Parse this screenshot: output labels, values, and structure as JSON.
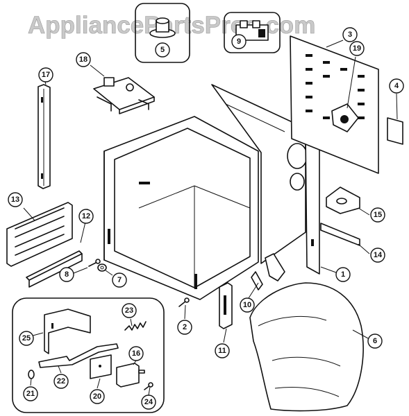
{
  "watermark": "AppliancePartsPros.com",
  "callouts": [
    {
      "label": "1"
    },
    {
      "label": "2"
    },
    {
      "label": "3"
    },
    {
      "label": "4"
    },
    {
      "label": "5"
    },
    {
      "label": "6"
    },
    {
      "label": "7"
    },
    {
      "label": "8"
    },
    {
      "label": "9"
    },
    {
      "label": "10"
    },
    {
      "label": "11"
    },
    {
      "label": "12"
    },
    {
      "label": "13"
    },
    {
      "label": "14"
    },
    {
      "label": "15"
    },
    {
      "label": "16"
    },
    {
      "label": "17"
    },
    {
      "label": "18"
    },
    {
      "label": "19"
    },
    {
      "label": "20"
    },
    {
      "label": "21"
    },
    {
      "label": "22"
    },
    {
      "label": "23"
    },
    {
      "label": "24"
    },
    {
      "label": "25"
    }
  ]
}
